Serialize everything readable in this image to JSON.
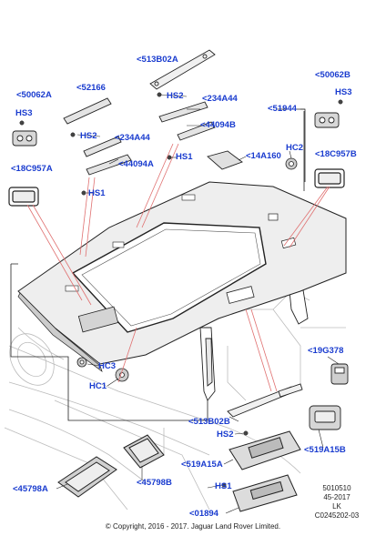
{
  "labels": {
    "l513B02A_top": "<513B02A",
    "l50062A": "<50062A",
    "l52166": "<52166",
    "l50062B": "<50062B",
    "hs2_a": "HS2",
    "l234A44_a": "<234A44",
    "hs3_left": "HS3",
    "hs3_right": "HS3",
    "l44094B": "<44094B",
    "hs2_b": "HS2",
    "l234A44_b": "<234A44",
    "l51944": "<51944",
    "hs1_a": "HS1",
    "hc2": "HC2",
    "l14A160": "<14A160",
    "l18C957B": "<18C957B",
    "l18C957A": "<18C957A",
    "l44094A": "<44094A",
    "hs1_b": "HS1",
    "hc3": "HC3",
    "hc1": "HC1",
    "l19G378": "<19G378",
    "l513B02B": "<513B02B",
    "hs2_c": "HS2",
    "l519A15B": "<519A15B",
    "l519A15A": "<519A15A",
    "l45798B": "<45798B",
    "l45798A": "<45798A",
    "hs1_c": "HS1",
    "l01894": "<01894"
  },
  "meta": {
    "line1": "5010510",
    "line2": "45-2017",
    "line3": "LK",
    "line4": "C0245202-03"
  },
  "copyright": "© Copyright, 2016 - 2017. Jaguar Land Rover Limited.",
  "colors": {
    "label": "#1a3ccf",
    "leader": "#e07070",
    "outline": "#222222",
    "ghost": "#bbbbbb"
  }
}
